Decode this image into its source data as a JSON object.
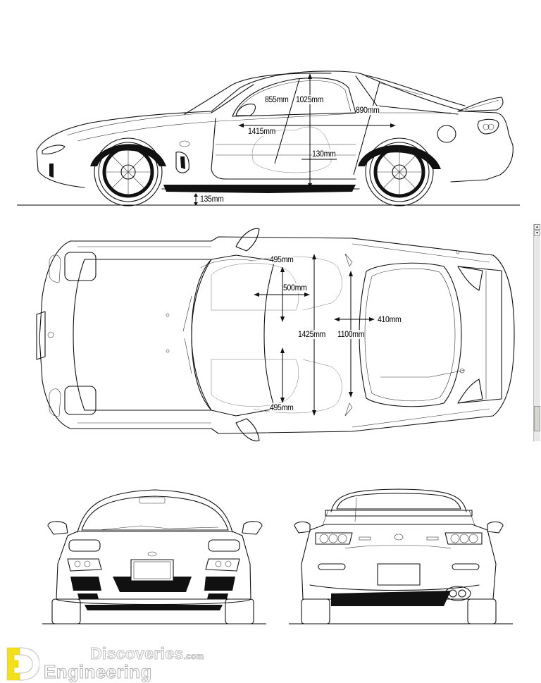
{
  "diagram": {
    "subject": "sports coupe dimension blueprint",
    "views": [
      "side-view",
      "top-view",
      "front-view",
      "rear-view"
    ],
    "side_view": {
      "dimensions": {
        "seat_diag": "855mm",
        "headroom": "1025mm",
        "rear_diag": "890mm",
        "cabin_length": "1415mm",
        "seat_gap": "130mm",
        "ground_clearance": "135mm"
      }
    },
    "top_view": {
      "dimensions": {
        "seat_width_top": "495mm",
        "seat_depth": "500mm",
        "cabin_width": "1425mm",
        "rear_width": "1100mm",
        "cargo_depth": "410mm",
        "seat_width_bottom": "495mm"
      }
    },
    "front_view": {
      "label": ""
    },
    "rear_view": {
      "label": ""
    }
  },
  "watermark": {
    "brand_top": "Discoveries",
    "brand_suffix": ".com",
    "brand_bottom": "Engineering",
    "mark_color": "#f2e01a"
  },
  "scrollbar": {
    "up": "▴",
    "down": "▾"
  }
}
